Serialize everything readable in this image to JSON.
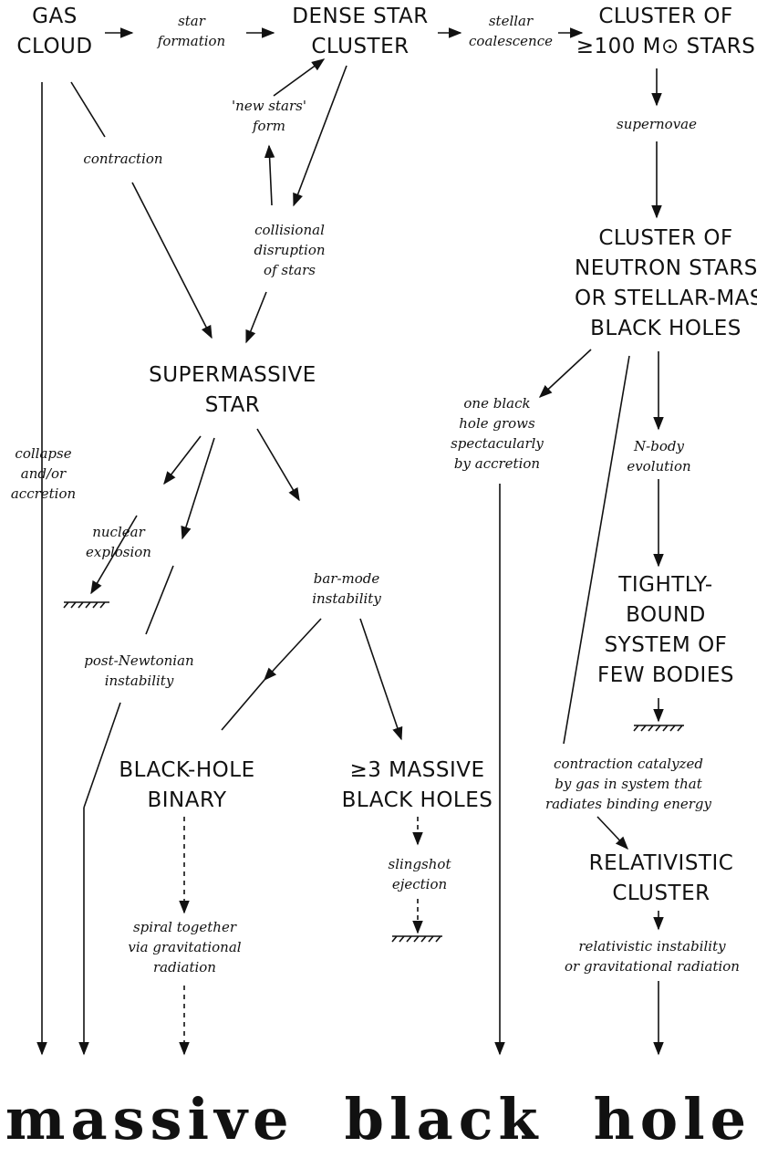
{
  "nodes": {
    "gas_cloud": "GAS\nCLOUD",
    "dense_star_cluster": "DENSE STAR\nCLUSTER",
    "cluster_100": "CLUSTER OF\n≥100 M⊙ STARS",
    "cluster_neutron": "CLUSTER OF\nNEUTRON STARS\nOR STELLAR-MASS\nBLACK HOLES",
    "supermassive_star": "SUPERMASSIVE\nSTAR",
    "tightly_bound": "TIGHTLY-\nBOUND\nSYSTEM OF\nFEW BODIES",
    "black_hole_binary": "BLACK-HOLE\nBINARY",
    "three_massive": "≥3 MASSIVE\nBLACK HOLES",
    "relativistic_cluster": "RELATIVISTIC\nCLUSTER"
  },
  "labels": {
    "star_formation": "star\nformation",
    "stellar_coalescence": "stellar\ncoalescence",
    "supernovae": "supernovae",
    "contraction": "contraction",
    "new_stars_form": "'new stars'\nform",
    "collisional_disruption": "collisional\ndisruption\nof stars",
    "collapse_accretion": "collapse\nand/or\naccretion",
    "one_black_hole": "one black\nhole grows\nspectacularly\nby accretion",
    "n_body": "N-body\nevolution",
    "nuclear_explosion": "nuclear\nexplosion",
    "bar_mode": "bar-mode\ninstability",
    "post_newtonian": "post-Newtonian\ninstability",
    "contraction_catalyzed": "contraction catalyzed\nby gas in system that\nradiates binding energy",
    "slingshot": "slingshot\nejection",
    "spiral_together": "spiral together\nvia gravitational\nradiation",
    "relativistic_instability": "relativistic instability\nor gravitational radiation"
  },
  "final": "massive  black  hole"
}
